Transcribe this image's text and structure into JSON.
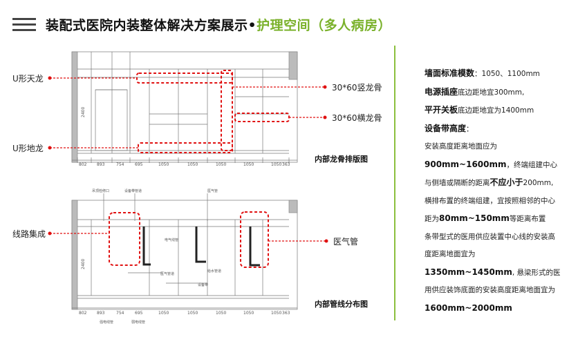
{
  "header": {
    "title_main": "装配式医院内装整体解决方案展示•",
    "title_accent": "护理空间（多人病房）"
  },
  "callouts": {
    "u_ceiling": "U形天龙",
    "u_floor": "U形地龙",
    "stud_vertical": "30*60竖龙骨",
    "stud_horizontal": "30*60横龙骨",
    "cable_integration": "线路集成",
    "medical_gas_pipe": "医气管"
  },
  "captions": {
    "keel_layout": "内部龙骨排版图",
    "pipeline_layout": "内部管线分布图"
  },
  "drawing": {
    "height_dim": "2400",
    "dimensions": [
      "802",
      "893",
      "754",
      "695",
      "1050",
      "1050",
      "1050",
      "1050",
      "1050",
      "363"
    ],
    "top_annotations": [
      "吊顶检修口",
      "设备带管道",
      "医气管"
    ],
    "mid_annotations": [
      "电气线管",
      "医气管道",
      "设备带",
      "给水管道"
    ],
    "bottom_annotations": [
      "强电线管",
      "弱电线管"
    ]
  },
  "specs": {
    "wall_module_label": "墙面标准模数",
    "wall_module_value": "：1050、1100mm",
    "socket_label": "电源插座",
    "socket_value": "底边距地宜300mm,",
    "switch_label": "平开关板",
    "switch_value": "底边距地宜为1400mm",
    "device_band_label": "设备带高度",
    "device_band_colon": "：",
    "p1": "安装高度距离地面应为",
    "p2_bold": "900mm~1600mm",
    "p2_rest": "，终端组建中心",
    "p3_a": "与侧墙或隔断的距离",
    "p3_bold": "不应小于",
    "p3_b": "200mm,",
    "p4": "横排布置的终端组建，宜按照相邻的中心",
    "p5_a": "距为",
    "p5_bold": "80mm~150mm",
    "p5_b": "等距离布置",
    "p6": "条带型式的医用供应装置中心线的安装高",
    "p7": "度距离地面宜为",
    "p8_bold": "1350mm~1450mm",
    "p8_rest": ", 悬梁形式的医",
    "p9": "用供应装饰底面的安装高度距离地面宜为",
    "p10_bold": "1600mm~2000mm"
  },
  "colors": {
    "accent": "#7ab12b",
    "callout_red": "#e01010",
    "divider": "#8bbf3c"
  }
}
